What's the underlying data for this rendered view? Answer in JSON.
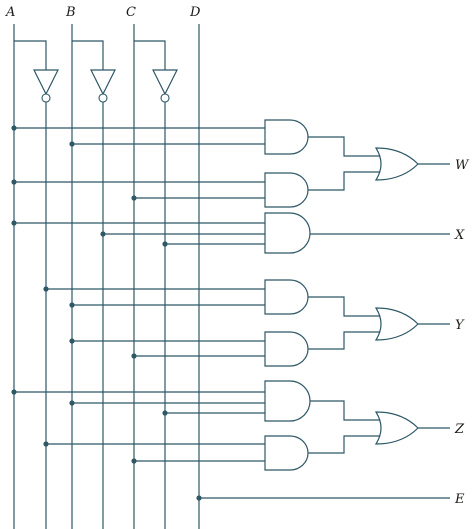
{
  "inputs": {
    "a": "A",
    "b": "B",
    "c": "C",
    "d": "D"
  },
  "outputs": {
    "w": "W",
    "x": "X",
    "y": "Y",
    "z": "Z",
    "e": "E"
  },
  "colors": {
    "wire": "#2e5866",
    "text": "#1a1a1a",
    "background": "#ffffff"
  }
}
